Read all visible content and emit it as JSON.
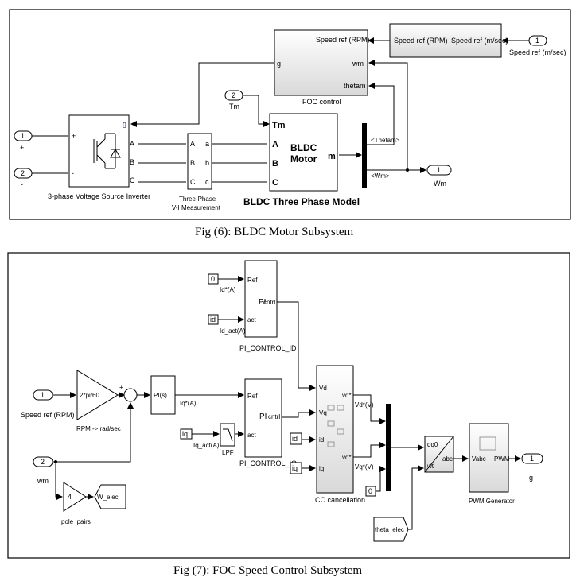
{
  "fig6": {
    "caption": "Fig (6): BLDC Motor Subsystem",
    "foc_block": {
      "label": "FOC control",
      "in_speed": "Speed ref (RPM)",
      "in_g": "g",
      "in_wm": "wm",
      "in_thetam": "thetam"
    },
    "conv_block": {
      "in": "Speed ref (RPM)",
      "out": "Speed ref (m/sec)"
    },
    "inport_speed": {
      "num": "1",
      "label": "Speed ref (m/sec)"
    },
    "inport_tm": {
      "num": "2",
      "label": "Tm"
    },
    "inport_plus": {
      "num": "1",
      "label": "+"
    },
    "inport_minus": {
      "num": "2",
      "label": "-"
    },
    "inverter": {
      "label": "3-phase Voltage Source Inverter",
      "g": "g",
      "plus": "+",
      "minus": "-",
      "A": "A",
      "B": "B",
      "C": "C"
    },
    "vi_meas": {
      "label1": "Three-Phase",
      "label2": "V-I Measurement",
      "A": "A",
      "B": "B",
      "C": "C",
      "a": "a",
      "b": "b",
      "c": "c"
    },
    "motor": {
      "title1": "BLDC",
      "title2": "Motor",
      "tm": "Tm",
      "A": "A",
      "B": "B",
      "C": "C",
      "m": "m",
      "label": "BLDC Three Phase Model"
    },
    "bus_thetam": "<Thetam>",
    "bus_wm": "<Wm>",
    "outport_wm": {
      "num": "1",
      "label": "Wm"
    }
  },
  "fig7": {
    "caption": "Fig (7): FOC Speed Control Subsystem",
    "pi_id": {
      "const": "0",
      "const_label": "Id*(A)",
      "act": "id",
      "act_label": "Id_act(A)",
      "ref": "Ref",
      "act_port": "act",
      "pi": "PI",
      "cntrl": "cntrl",
      "label": "PI_CONTROL_ID"
    },
    "pi_iq": {
      "act": "iq",
      "act_label": "Iq_act(A)",
      "ref": "Ref",
      "act_port": "act",
      "pi": "PI",
      "cntrl": "cntrl",
      "label": "PI_CONTROL_IQ"
    },
    "speed_in": {
      "num": "1",
      "label": "Speed ref (RPM)"
    },
    "gain": {
      "text": "2*pi/60",
      "label": "RPM -> rad/sec"
    },
    "sum": {
      "plus": "+",
      "minus": "-"
    },
    "pi_speed": {
      "text": "PI(s)",
      "out_label": "Iq*(A)"
    },
    "wm_in": {
      "num": "2",
      "label": "wm"
    },
    "pole_gain": {
      "text": "4",
      "label": "pole_pairs"
    },
    "goto_welec": "W_elec",
    "lpf": "LPF",
    "cc": {
      "label": "CC cancellation",
      "vd": "Vd",
      "vq": "Vq",
      "id": "id",
      "iq": "iq",
      "vd_out": "vd*",
      "vq_out": "vq*"
    },
    "id_in": "id",
    "iq_in": "iq",
    "vd_label": "Vd*(V)",
    "vq_label": "Vq*(V)",
    "zero_const": "0",
    "dq0": {
      "in": "dq0",
      "wt": "wt",
      "out": "abc"
    },
    "pwm": {
      "in": "Vabc",
      "out": "PWM",
      "label": "PWM Generator"
    },
    "from_theta": "theta_elec",
    "out_g": {
      "num": "1",
      "label": "g"
    }
  }
}
